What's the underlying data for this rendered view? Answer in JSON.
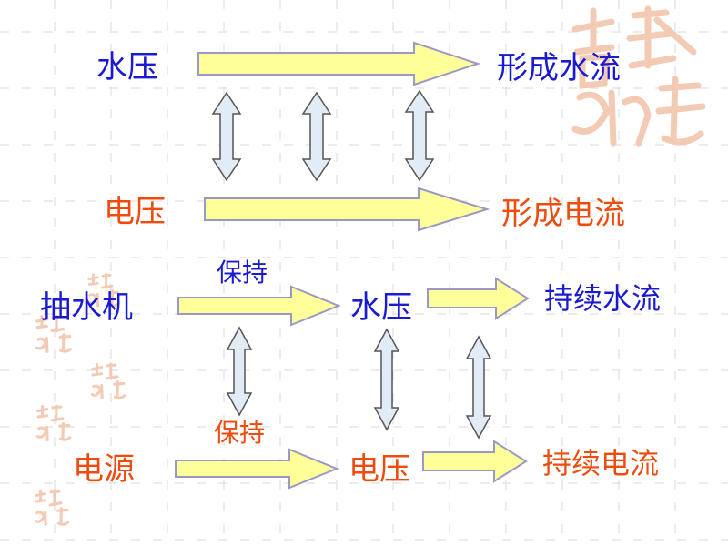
{
  "colors": {
    "arrow_fill": "#ffff99",
    "arrow_stroke": "#9a98c6",
    "double_arrow_fill": "#e1ecf7",
    "double_arrow_stroke": "#555555",
    "blue_text": "#1a1ad0",
    "red_text": "#ee4b0c",
    "grid_dash": "#d8d8d8",
    "stamp_color": "#f3cbb5"
  },
  "icons": {
    "stamp": "seal-stamp-icon"
  },
  "section1": {
    "water_pressure": "水压",
    "water_flow": "形成水流",
    "voltage": "电压",
    "current": "形成电流"
  },
  "section2": {
    "pump": "抽水机",
    "keep_top": "保持",
    "water_pressure": "水压",
    "continuous_water": "持续水流",
    "power_source": "电源",
    "keep_bottom": "保持",
    "voltage": "电压",
    "continuous_current": "持续电流"
  }
}
